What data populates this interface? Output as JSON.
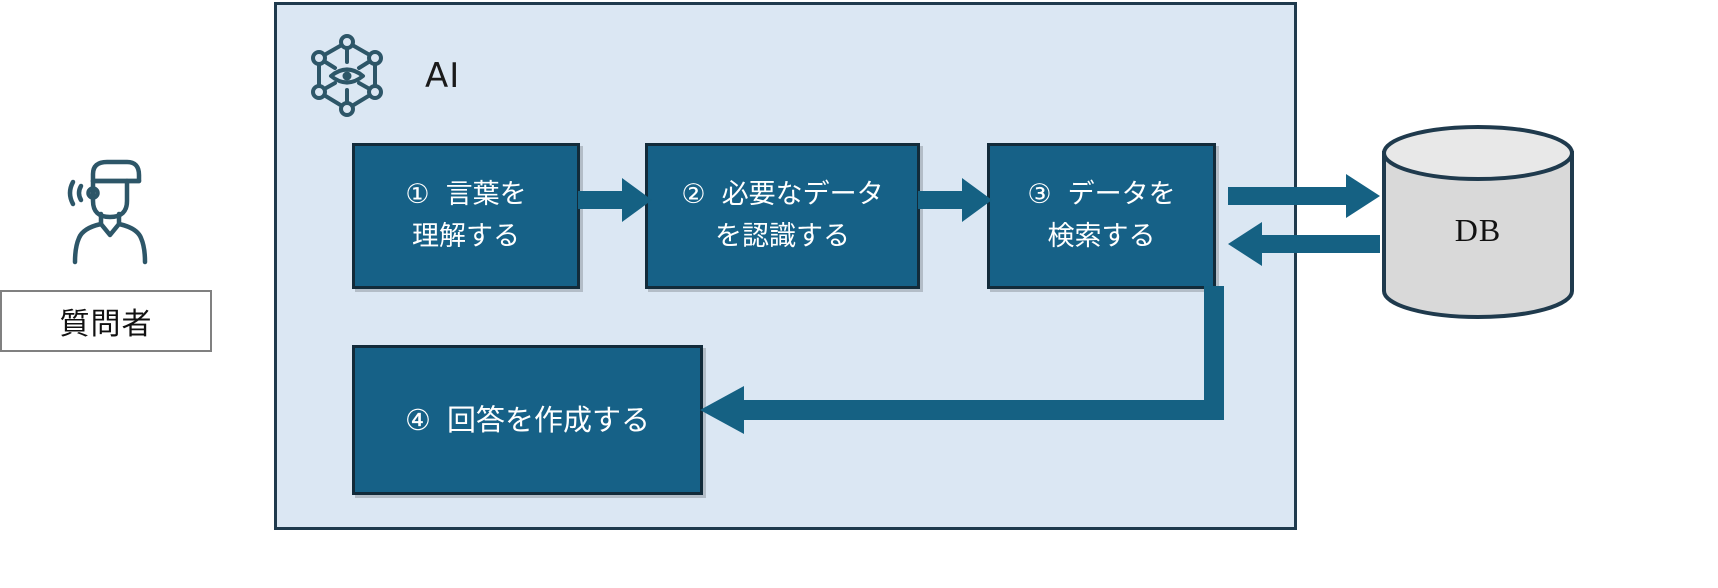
{
  "diagram": {
    "title_visible": false,
    "colors": {
      "panel_fill": "#dbe7f3",
      "panel_border": "#1f3a4d",
      "process_box_fill": "#166187",
      "process_box_border": "#122b3a",
      "arrow": "#156183",
      "icon_stroke": "#2d5668",
      "db_fill": "#d9d9d9",
      "db_border": "#1f3a4d",
      "text_dark": "#111111",
      "text_light": "#ffffff",
      "questioner_box_border": "#808080"
    }
  },
  "actor": {
    "icon_name": "person-speaking-icon",
    "label": "質問者"
  },
  "ai_panel": {
    "icon_name": "ai-network-eye-icon",
    "label": "AI",
    "steps": [
      {
        "id": "step-1",
        "number": "①",
        "lines": [
          "言葉を",
          "理解する"
        ],
        "line1": "言葉を",
        "line2": "理解する"
      },
      {
        "id": "step-2",
        "number": "②",
        "lines": [
          "必要なデータ",
          "を認識する"
        ],
        "line1": "必要なデータ",
        "line2": "を認識する"
      },
      {
        "id": "step-3",
        "number": "③",
        "lines": [
          "データを",
          "検索する"
        ],
        "line1": "データを",
        "line2": "検索する"
      },
      {
        "id": "step-4",
        "number": "④",
        "lines": [
          "回答を作成する"
        ],
        "line1": "回答を作成する",
        "line2": ""
      }
    ]
  },
  "database": {
    "label": "DB",
    "shape": "cylinder"
  },
  "connectors": [
    {
      "name": "arrow-step1-to-step2",
      "from": "step-1",
      "to": "step-2",
      "direction": "right",
      "style": "block-arrow"
    },
    {
      "name": "arrow-step2-to-step3",
      "from": "step-2",
      "to": "step-3",
      "direction": "right",
      "style": "block-arrow"
    },
    {
      "name": "arrow-step3-to-db",
      "from": "step-3",
      "to": "database",
      "direction": "right",
      "style": "block-arrow"
    },
    {
      "name": "arrow-db-to-step3",
      "from": "database",
      "to": "step-3",
      "direction": "left",
      "style": "block-arrow"
    },
    {
      "name": "arrow-step3-to-step4",
      "from": "step-3",
      "to": "step-4",
      "direction": "down-then-left",
      "style": "elbow-arrow"
    }
  ]
}
